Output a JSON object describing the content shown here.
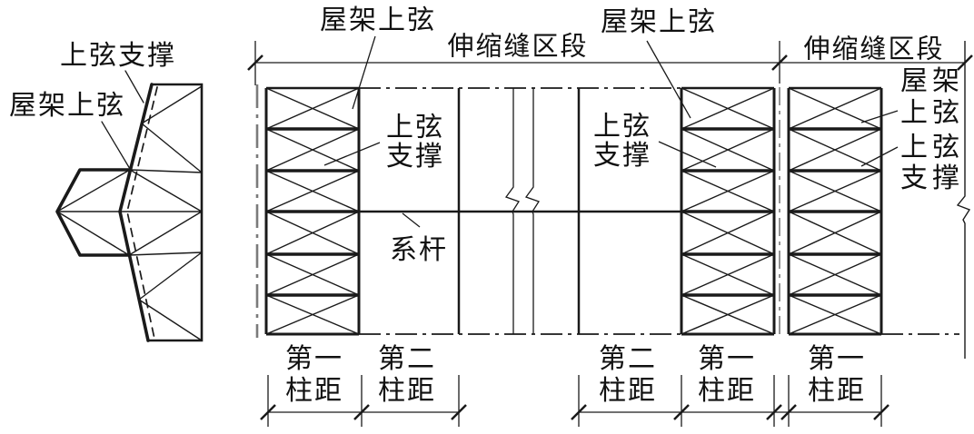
{
  "colors": {
    "line": "#1a1a1a",
    "centerline": "#7a7a7a",
    "background": "#ffffff"
  },
  "elevation": {
    "top_chord_bracing_label": "上弦支撑",
    "roof_truss_top_chord_label": "屋架上弦"
  },
  "plan": {
    "roof_truss_top_chord_label_1": "屋架上弦",
    "roof_truss_top_chord_label_2": "屋架上弦",
    "expansion_joint_section_label_left": "伸缩缝区段",
    "expansion_joint_section_label_right": "伸缩缝区段",
    "top_chord_bracing_left": {
      "line1": "上弦",
      "line2": "支撑"
    },
    "top_chord_bracing_right": {
      "line1": "上弦",
      "line2": "支撑"
    },
    "tie_rod_label": "系杆",
    "right_side_labels": {
      "line1": "屋架",
      "line2": "上弦",
      "line3": "上弦",
      "line4": "支撑"
    },
    "column_spacing_labels": [
      {
        "line1": "第一",
        "line2": "柱距"
      },
      {
        "line1": "第二",
        "line2": "柱距"
      },
      {
        "line1": "第二",
        "line2": "柱距"
      },
      {
        "line1": "第一",
        "line2": "柱距"
      },
      {
        "line1": "第一",
        "line2": "柱距"
      }
    ]
  }
}
